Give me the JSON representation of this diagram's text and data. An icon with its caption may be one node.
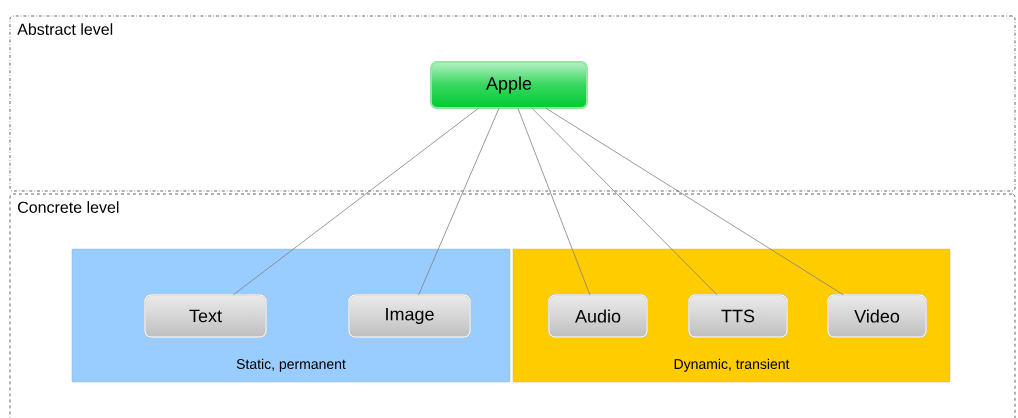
{
  "diagram": {
    "nodes": [
      {
        "text": [
          "Abstract level"
        ]
      },
      {
        "text": [
          "Apple"
        ],
        "in": 0
      },
      {
        "text": [
          "Concrete level"
        ]
      },
      {
        "text": [
          "Static, permanent"
        ],
        "in": 2
      },
      {
        "text": [
          "Text"
        ],
        "in": 3
      },
      {
        "text": [
          "Image"
        ],
        "in": 3
      },
      {
        "text": [
          "Dynamic, transient"
        ],
        "in": 2
      },
      {
        "text": [
          "Audio"
        ],
        "in": 6
      },
      {
        "text": [
          "TTS"
        ],
        "in": 6
      },
      {
        "text": [
          "Video"
        ],
        "in": 6
      }
    ],
    "edges": [
      {
        "from": 1,
        "to": 4,
        "arrow": "none"
      },
      {
        "from": 1,
        "to": 5,
        "arrow": "none"
      },
      {
        "from": 1,
        "to": 7,
        "arrow": "none"
      },
      {
        "from": 1,
        "to": 8,
        "arrow": "none"
      },
      {
        "from": 1,
        "to": 9,
        "arrow": "none"
      }
    ]
  }
}
